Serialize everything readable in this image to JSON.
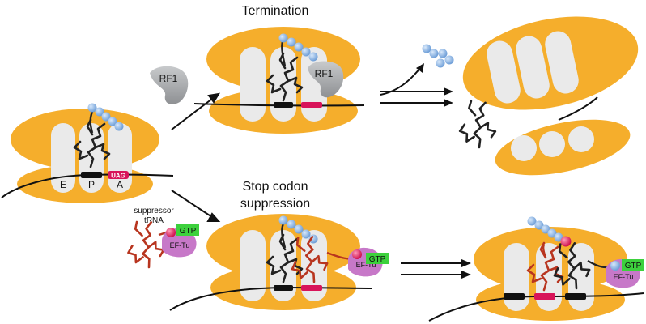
{
  "labels": {
    "termination": "Termination",
    "suppression_line1": "Stop codon",
    "suppression_line2": "suppression",
    "suppressor_line1": "suppressor",
    "suppressor_line2": "tRNA",
    "rf1_free": "RF1",
    "rf1_bound": "RF1",
    "site_e": "E",
    "site_p": "P",
    "site_a": "A",
    "stop_codon": "UAG",
    "gtp_free": "GTP",
    "eftu_free": "EF-Tu",
    "gtp_mid": "GTP",
    "eftu_mid": "EF-Tu",
    "gtp_right": "GTP",
    "eftu_right": "EF-Tu"
  },
  "colors": {
    "ribosome": "#F5AE2C",
    "site": "#EAEAEA",
    "peptide": "#8DB7E8",
    "trna": "#222222",
    "suppressor_trna": "#B8351F",
    "stop_codon": "#D8145A",
    "codon": "#111111",
    "rf1": "#A7A9AC",
    "eftu": "#C778C8",
    "gtp": "#3DD13D",
    "amino_acid": "#E0245E"
  }
}
